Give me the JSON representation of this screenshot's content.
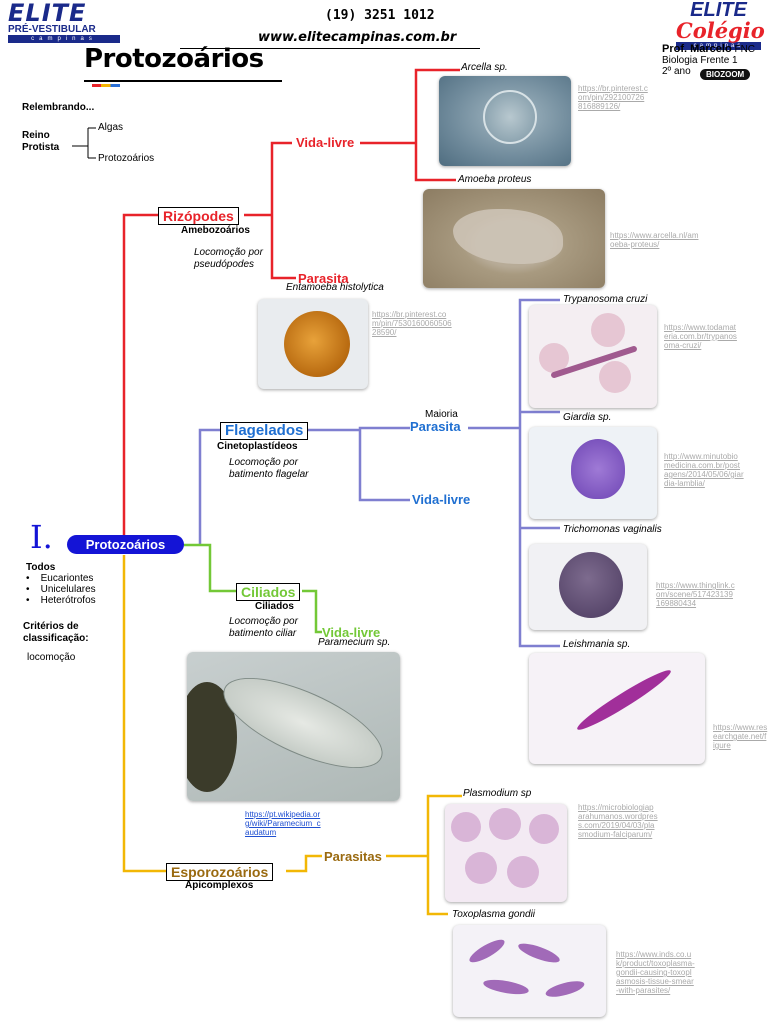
{
  "header": {
    "logo_left": {
      "elite": "ELITE",
      "pre": "PRÉ-VESTIBULAR",
      "campinas": "campinas"
    },
    "phone": "(19) 3251 1012",
    "website": "www.elitecampinas.com.br",
    "logo_right": {
      "elite": "ELITE",
      "colegio": "Colégio",
      "campinas": "campinas"
    },
    "prof": "Prof. Marcelo",
    "fnc": "FNC",
    "course": "Biologia Frente 1",
    "grade": "2º ano",
    "biozoom": "BIOZOOM"
  },
  "title": "Protozoários",
  "recap": {
    "heading": "Relembrando...",
    "reino": "Reino",
    "protista": "Protista",
    "algas": "Algas",
    "protozoarios": "Protozoários"
  },
  "main_node": {
    "roman": "I.",
    "label": "Protozoários"
  },
  "todos": {
    "heading": "Todos",
    "items": [
      "Eucariontes",
      "Unicelulares",
      "Heterótrofos"
    ]
  },
  "criterios": {
    "heading_1": "Critérios de",
    "heading_2": "classificação:",
    "value": "locomoção"
  },
  "rizopodes": {
    "label": "Rizópodes",
    "sub": "Amebozoários",
    "loc_1": "Locomoção por",
    "loc_2": "pseudópodes",
    "vida_livre": "Vida-livre",
    "parasita": "Parasita",
    "arcella": "Arcella sp.",
    "amoeba": "Amoeba proteus",
    "entamoeba": "Entamoeba histolytica",
    "src_arcella": "https://br.pinterest.com/pin/292100726816889126/",
    "src_amoeba": "https://www.arcella.nl/amoeba-proteus/",
    "src_entamoeba": "https://br.pinterest.com/pin/753016006050628590/"
  },
  "flagelados": {
    "label": "Flagelados",
    "sub": "Cinetoplastídeos",
    "loc_1": "Locomoção por",
    "loc_2": "batimento flagelar",
    "maioria": "Maioria",
    "parasita": "Parasita",
    "vida_livre": "Vida-livre",
    "trypanosoma": "Trypanosoma cruzi",
    "giardia": "Giardia sp.",
    "trichomonas": "Trichomonas vaginalis",
    "leishmania": "Leishmania sp.",
    "src_trypanosoma": "https://www.todamateria.com.br/trypanosoma-cruzi/",
    "src_giardia": "http://www.minutobiomedicina.com.br/postagens/2014/05/06/giardia-lamblia/",
    "src_trichomonas": "https://www.thinglink.com/scene/517423139169880434",
    "src_leishmania": "https://www.researchgate.net/figure"
  },
  "ciliados": {
    "label": "Ciliados",
    "sub": "Ciliados",
    "loc_1": "Locomoção por",
    "loc_2": "batimento ciliar",
    "vida_livre": "Vida-livre",
    "paramecium": "Paramecium sp.",
    "src_paramecium": "https://pt.wikipedia.org/wiki/Paramecium_caudatum"
  },
  "esporozoarios": {
    "label": "Esporozoários",
    "sub": "Apicomplexos",
    "parasitas": "Parasitas",
    "plasmodium": "Plasmodium sp",
    "toxoplasma": "Toxoplasma gondii",
    "src_plasmodium": "https://microbiologiaparahumanos.wordpress.com/2019/04/03/plasmodium-falciparum/",
    "src_toxoplasma": "https://www.inds.co.uk/product/toxoplasma-gondii-causing-toxoplasmosis-tissue-smear-with-parasites/"
  },
  "colors": {
    "red": "#e8232a",
    "blue": "#1f6fd1",
    "purple": "#7f7fd0",
    "green": "#73c837",
    "orange": "#f2b705",
    "navy": "#1a2a8a",
    "main_node": "#1414d6",
    "brown": "#9a6a10"
  }
}
